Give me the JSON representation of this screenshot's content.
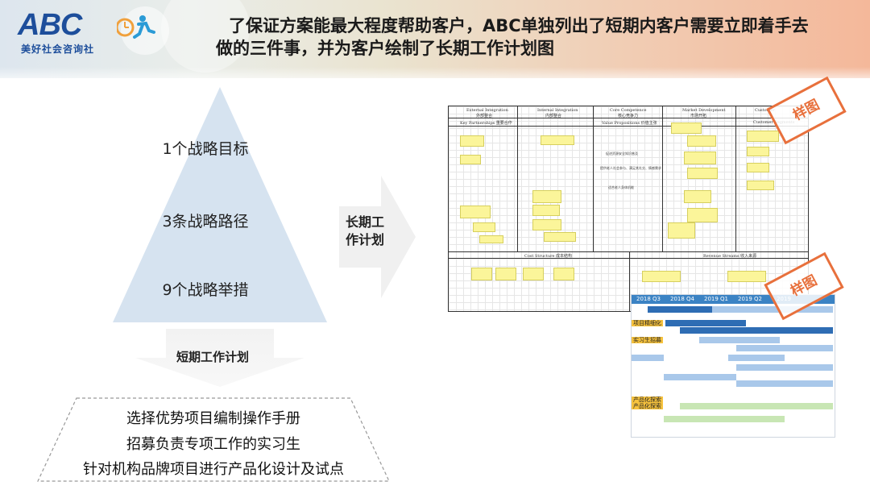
{
  "header": {
    "logo_text": "ABC",
    "logo_subtitle": "美好社会咨询社",
    "headline_line1": "了保证方案能最大程度帮助客户，ABC单独列出了短期内客户需要立即着手去",
    "headline_line2": "做的三件事，并为客户绘制了长期工作计划图"
  },
  "pyramid": {
    "level1": "1个战略目标",
    "level2": "3条战略路径",
    "level3": "9个战略举措",
    "fill_color": "#d6e3f0"
  },
  "short_term": {
    "label": "短期工作计划",
    "items": [
      "选择优势项目编制操作手册",
      "招募负责专项工作的实习生",
      "针对机构品牌项目进行产品化设计及试点"
    ]
  },
  "long_term": {
    "label_line1": "长期工",
    "label_line2": "作计划"
  },
  "samples": {
    "stamp_text": "样图",
    "stamp_color": "#e8703c"
  },
  "canvas": {
    "headers": [
      "External Integration",
      "Internal Integration",
      "Core Competence",
      "Market Development",
      "Customer"
    ],
    "headers_cn": [
      "外部整合",
      "内部整合",
      "核心竞争力",
      "市场开拓"
    ],
    "sub_headers": [
      "Key Partnerships 重要合作",
      "Value Propositions 价值主张",
      "Customer Segments"
    ],
    "value_texts": [
      "促进资源安全知识普及",
      "提供老人社会参与、满足其社交、情感需求",
      "适合老人身体机能"
    ],
    "cost_title": "Cost Structure 成本结构",
    "revenue_title": "Revenue Streams 收入来源"
  },
  "gantt": {
    "quarters": [
      "2018 Q3",
      "2018 Q4",
      "2019 Q1",
      "2019 Q2",
      "2019"
    ],
    "labels": [
      "项目精细化",
      "实习生招募",
      "产品化探索",
      "产品化探索"
    ],
    "colors": {
      "header": "#3b83c4",
      "dark": "#2e6db4",
      "light": "#a9c8ea",
      "green": "#c8e6b4",
      "orange": "#f7c33e"
    }
  }
}
